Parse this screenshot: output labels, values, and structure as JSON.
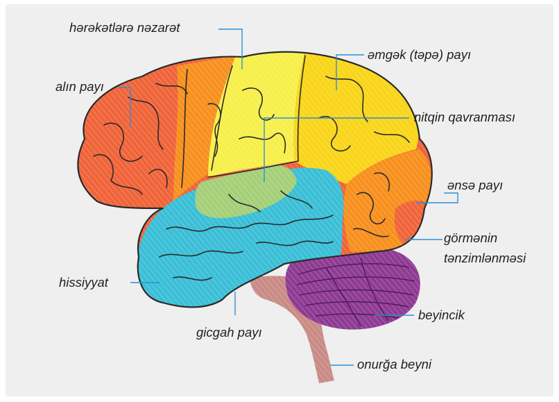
{
  "labels": {
    "motor_control": "hərəkətlərə nəzarət",
    "frontal_lobe": "alın payı",
    "parietal_lobe": "əmgək (təpə) payı",
    "speech_perception": "nitqin qavranması",
    "occipital_lobe": "ənsə payı",
    "vision_line1": "görmənin",
    "vision_line2": "tənzimlənməsi",
    "sensation": "hissiyyat",
    "cerebellum": "beyincik",
    "temporal_lobe": "gicgah payı",
    "spinal_cord": "onurğa beyni"
  },
  "colors": {
    "frontal": "#f0643a",
    "motor": "#f7901e",
    "parietal_light": "#f7ef4a",
    "parietal": "#f9d51a",
    "speech": "#a5cf78",
    "temporal": "#3bbfd6",
    "occipital": "#f7901e",
    "vision": "#f0643a",
    "cerebellum": "#8e3b93",
    "spinal_cord": "#c98b86",
    "leader_lines": "#2b8fd6"
  }
}
